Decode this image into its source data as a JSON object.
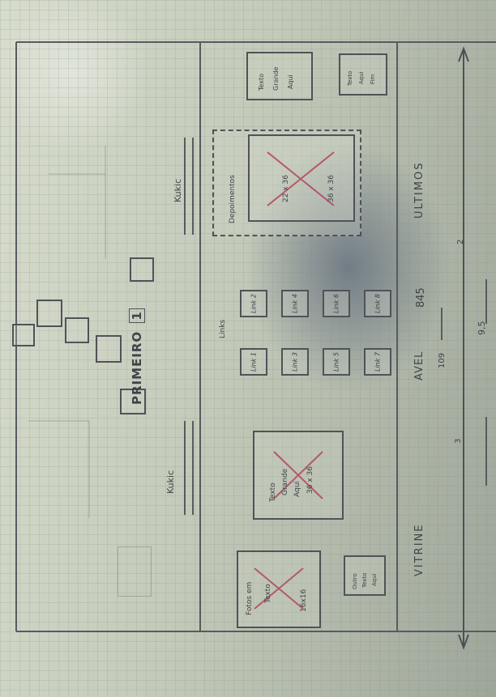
{
  "header": {
    "brand": "PRIMEIRO",
    "brand_suffix": "1"
  },
  "vitrine": {
    "label": "VITRINE",
    "column_a_label": "Kukic",
    "column_b_label": "Kukic",
    "featured": {
      "title": "Fotos em",
      "subtitle": "Texto",
      "size": "16x16"
    },
    "featured_side": {
      "lines": [
        "Outro",
        "Texto",
        "Aqui"
      ]
    },
    "center_box": {
      "lines": [
        "Texto",
        "Grande",
        "Aqui"
      ],
      "size": "36 x 36"
    },
    "tiles_label": "Links",
    "tiles": [
      "Link 1",
      "Link 2",
      "Link 3",
      "Link 4",
      "Link 5",
      "Link 6",
      "Link 7",
      "Link 8"
    ],
    "right_box": {
      "title": "Depoimentos",
      "size_top": "22 x 36",
      "size_bottom": "36 x 36"
    },
    "right_small_top": {
      "lines": [
        "Texto",
        "Grande",
        "Aqui"
      ]
    },
    "right_small_bottom": {
      "lines": [
        "Texto",
        "Aqui",
        "Fim"
      ]
    }
  },
  "footer": {
    "left_word": "AVEL",
    "left_sub": "109",
    "center_word": "845",
    "right_word": "ULTIMOS",
    "dimension_number": "3",
    "dimension_total": "9,5",
    "dimension_right": "2"
  },
  "colors": {
    "ink": "#4f5358",
    "paper": "#d7dccd",
    "red_cross": "#b5576a"
  }
}
